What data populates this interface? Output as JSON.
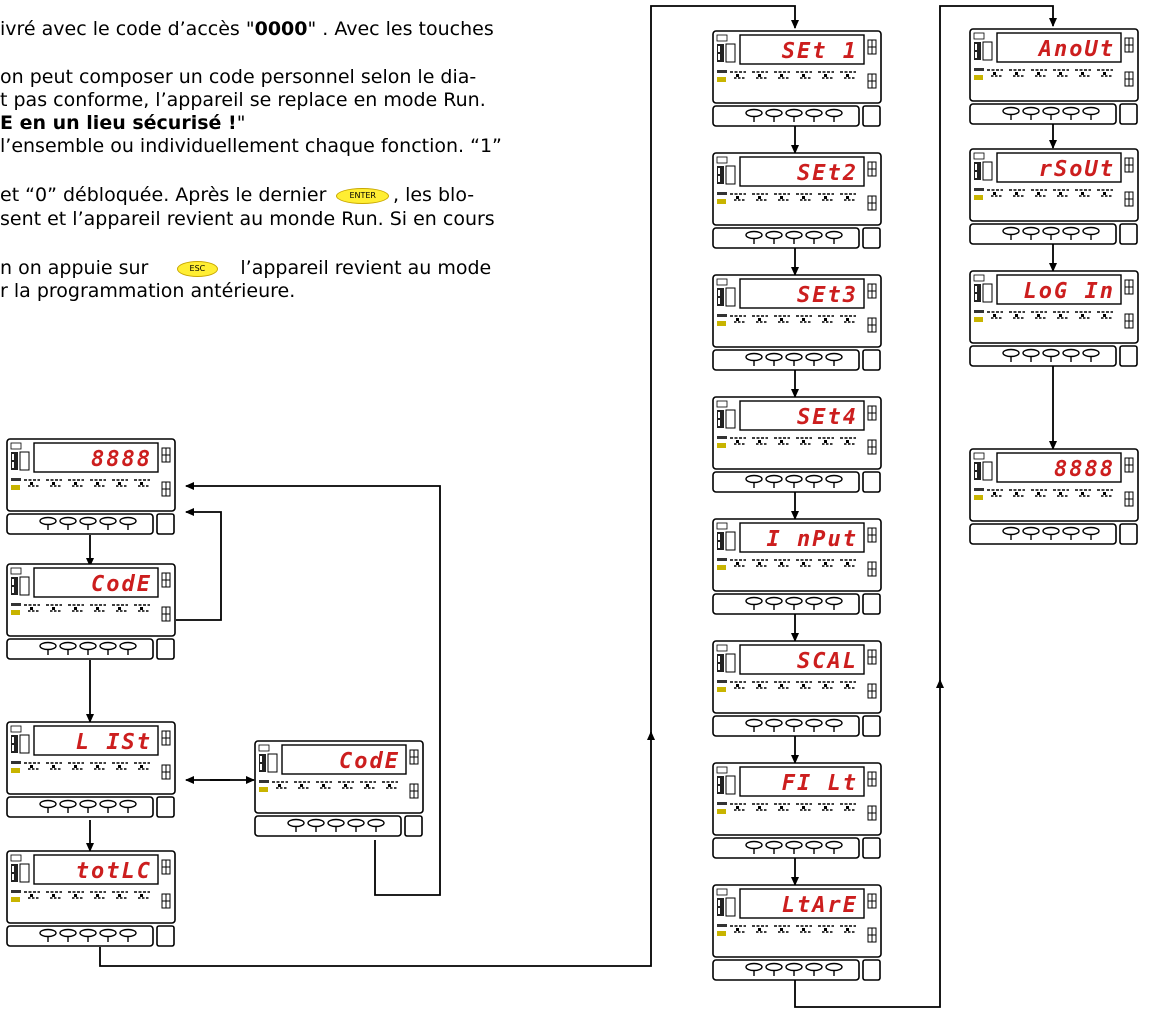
{
  "text_lines": {
    "line1_prefix": "ivré avec le code d’accès \"",
    "line1_code": "0000",
    "line1_suffix": "\" . Avec les touches",
    "line2": " on peut composer un code personnel selon le dia-",
    "line3": "t pas conforme, l’appareil se replace en mode Run.",
    "line4": "E en un lieu sécurisé !",
    "line4_quote": "\"",
    "line5": "l’ensemble ou individuellement chaque fonction. “1”",
    "line6_prefix": "et “0” débloquée. Après le dernier",
    "line6_suffix": ", les blo-",
    "line7": "sent et l’appareil revient au monde Run. Si en cours",
    "line8_prefix": "n on appuie sur",
    "line8_suffix": "l’appareil revient au mode",
    "line9": "r la programmation antérieure."
  },
  "keys": {
    "enter": "ENTER",
    "esc": "ESC"
  },
  "devices": [
    {
      "id": "run-top",
      "display": "8888"
    },
    {
      "id": "code",
      "display": "CodE"
    },
    {
      "id": "list",
      "display": "L ISt"
    },
    {
      "id": "code-entry",
      "display": "CodE"
    },
    {
      "id": "totlc",
      "display": "totLC"
    },
    {
      "id": "set1",
      "display": "SEt 1"
    },
    {
      "id": "set2",
      "display": "SEt2"
    },
    {
      "id": "set3",
      "display": "SEt3"
    },
    {
      "id": "set4",
      "display": "SEt4"
    },
    {
      "id": "input",
      "display": "I nPut"
    },
    {
      "id": "scal",
      "display": "SCAL"
    },
    {
      "id": "filt",
      "display": "FI Lt"
    },
    {
      "id": "ltare",
      "display": "LtArE"
    },
    {
      "id": "anout",
      "display": "AnoUt"
    },
    {
      "id": "rsout",
      "display": "rSoUt"
    },
    {
      "id": "login",
      "display": "LoG In"
    },
    {
      "id": "run-end",
      "display": "8888"
    }
  ],
  "colors": {
    "display_text": "#cc1e1e",
    "key_badge": "#ffee33",
    "line": "#000000"
  }
}
